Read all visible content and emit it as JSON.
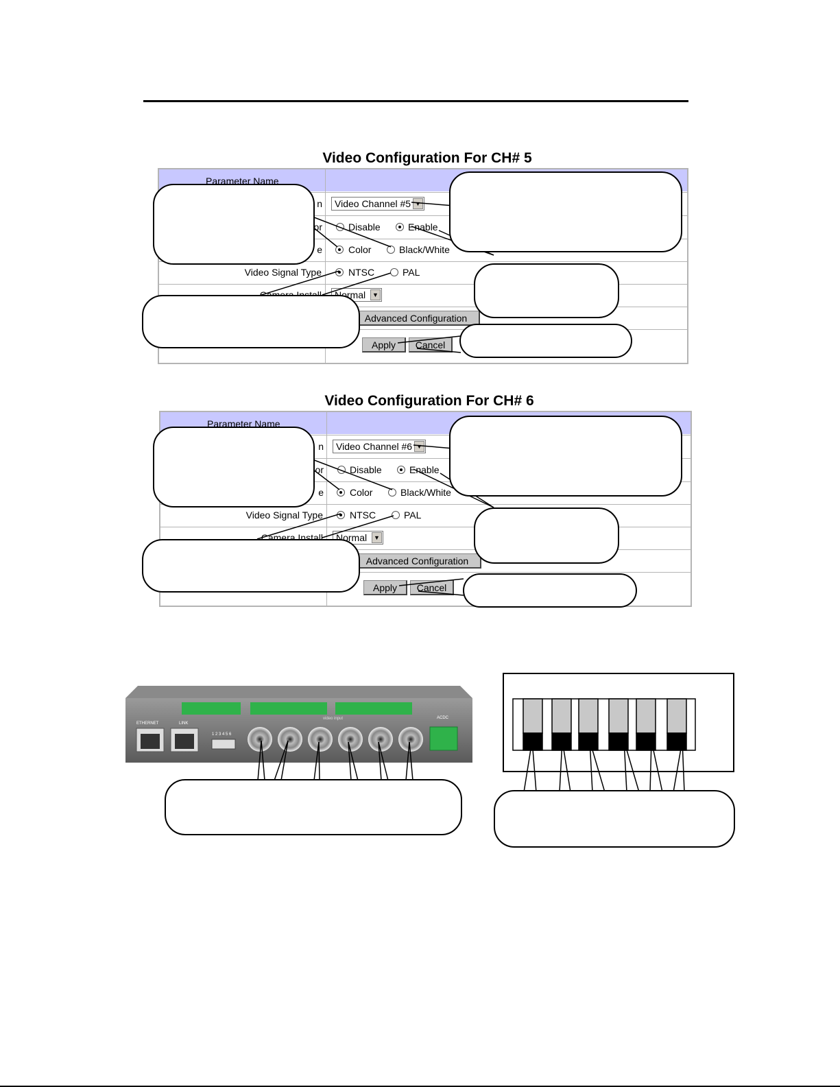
{
  "panels": [
    {
      "title": "Video Configuration For CH# 5",
      "header": {
        "param_name": "Parameter Name"
      },
      "rows": {
        "description_label": "n",
        "description_value": "Video Channel #5",
        "sensor_label": "or",
        "disable": "Disable",
        "enable": "Enable",
        "color_label": "e",
        "color": "Color",
        "bw": "Black/White",
        "signal_label": "Video Signal Type",
        "ntsc": "NTSC",
        "pal": "PAL",
        "install_label": "Camera Install",
        "install_value": "Normal",
        "advanced": "Advanced Configuration",
        "apply": "Apply",
        "cancel": "Cancel"
      }
    },
    {
      "title": "Video Configuration For CH# 6",
      "header": {
        "param_name": "Parameter Name"
      },
      "rows": {
        "description_label": "n",
        "description_value": "Video Channel #6",
        "sensor_label": "or",
        "disable": "Disable",
        "enable": "Enable",
        "color_label": "e",
        "color": "Color",
        "bw": "Black/White",
        "signal_label": "Video Signal Type",
        "ntsc": "NTSC",
        "pal": "PAL",
        "install_label": "Camera Install",
        "install_value": "Normal",
        "advanced": "Advanced Configuration",
        "apply": "Apply",
        "cancel": "Cancel"
      }
    }
  ],
  "device": {
    "ethernet": "ETHERNET",
    "link": "LINK",
    "dip_numbers": "1 2 3 4 5 6",
    "video_input": "video input",
    "power": "ACDC"
  },
  "colors": {
    "header_bg": "#c8c8ff",
    "terminal_green": "#2fb24a",
    "device_body": "#6f6f6f"
  }
}
